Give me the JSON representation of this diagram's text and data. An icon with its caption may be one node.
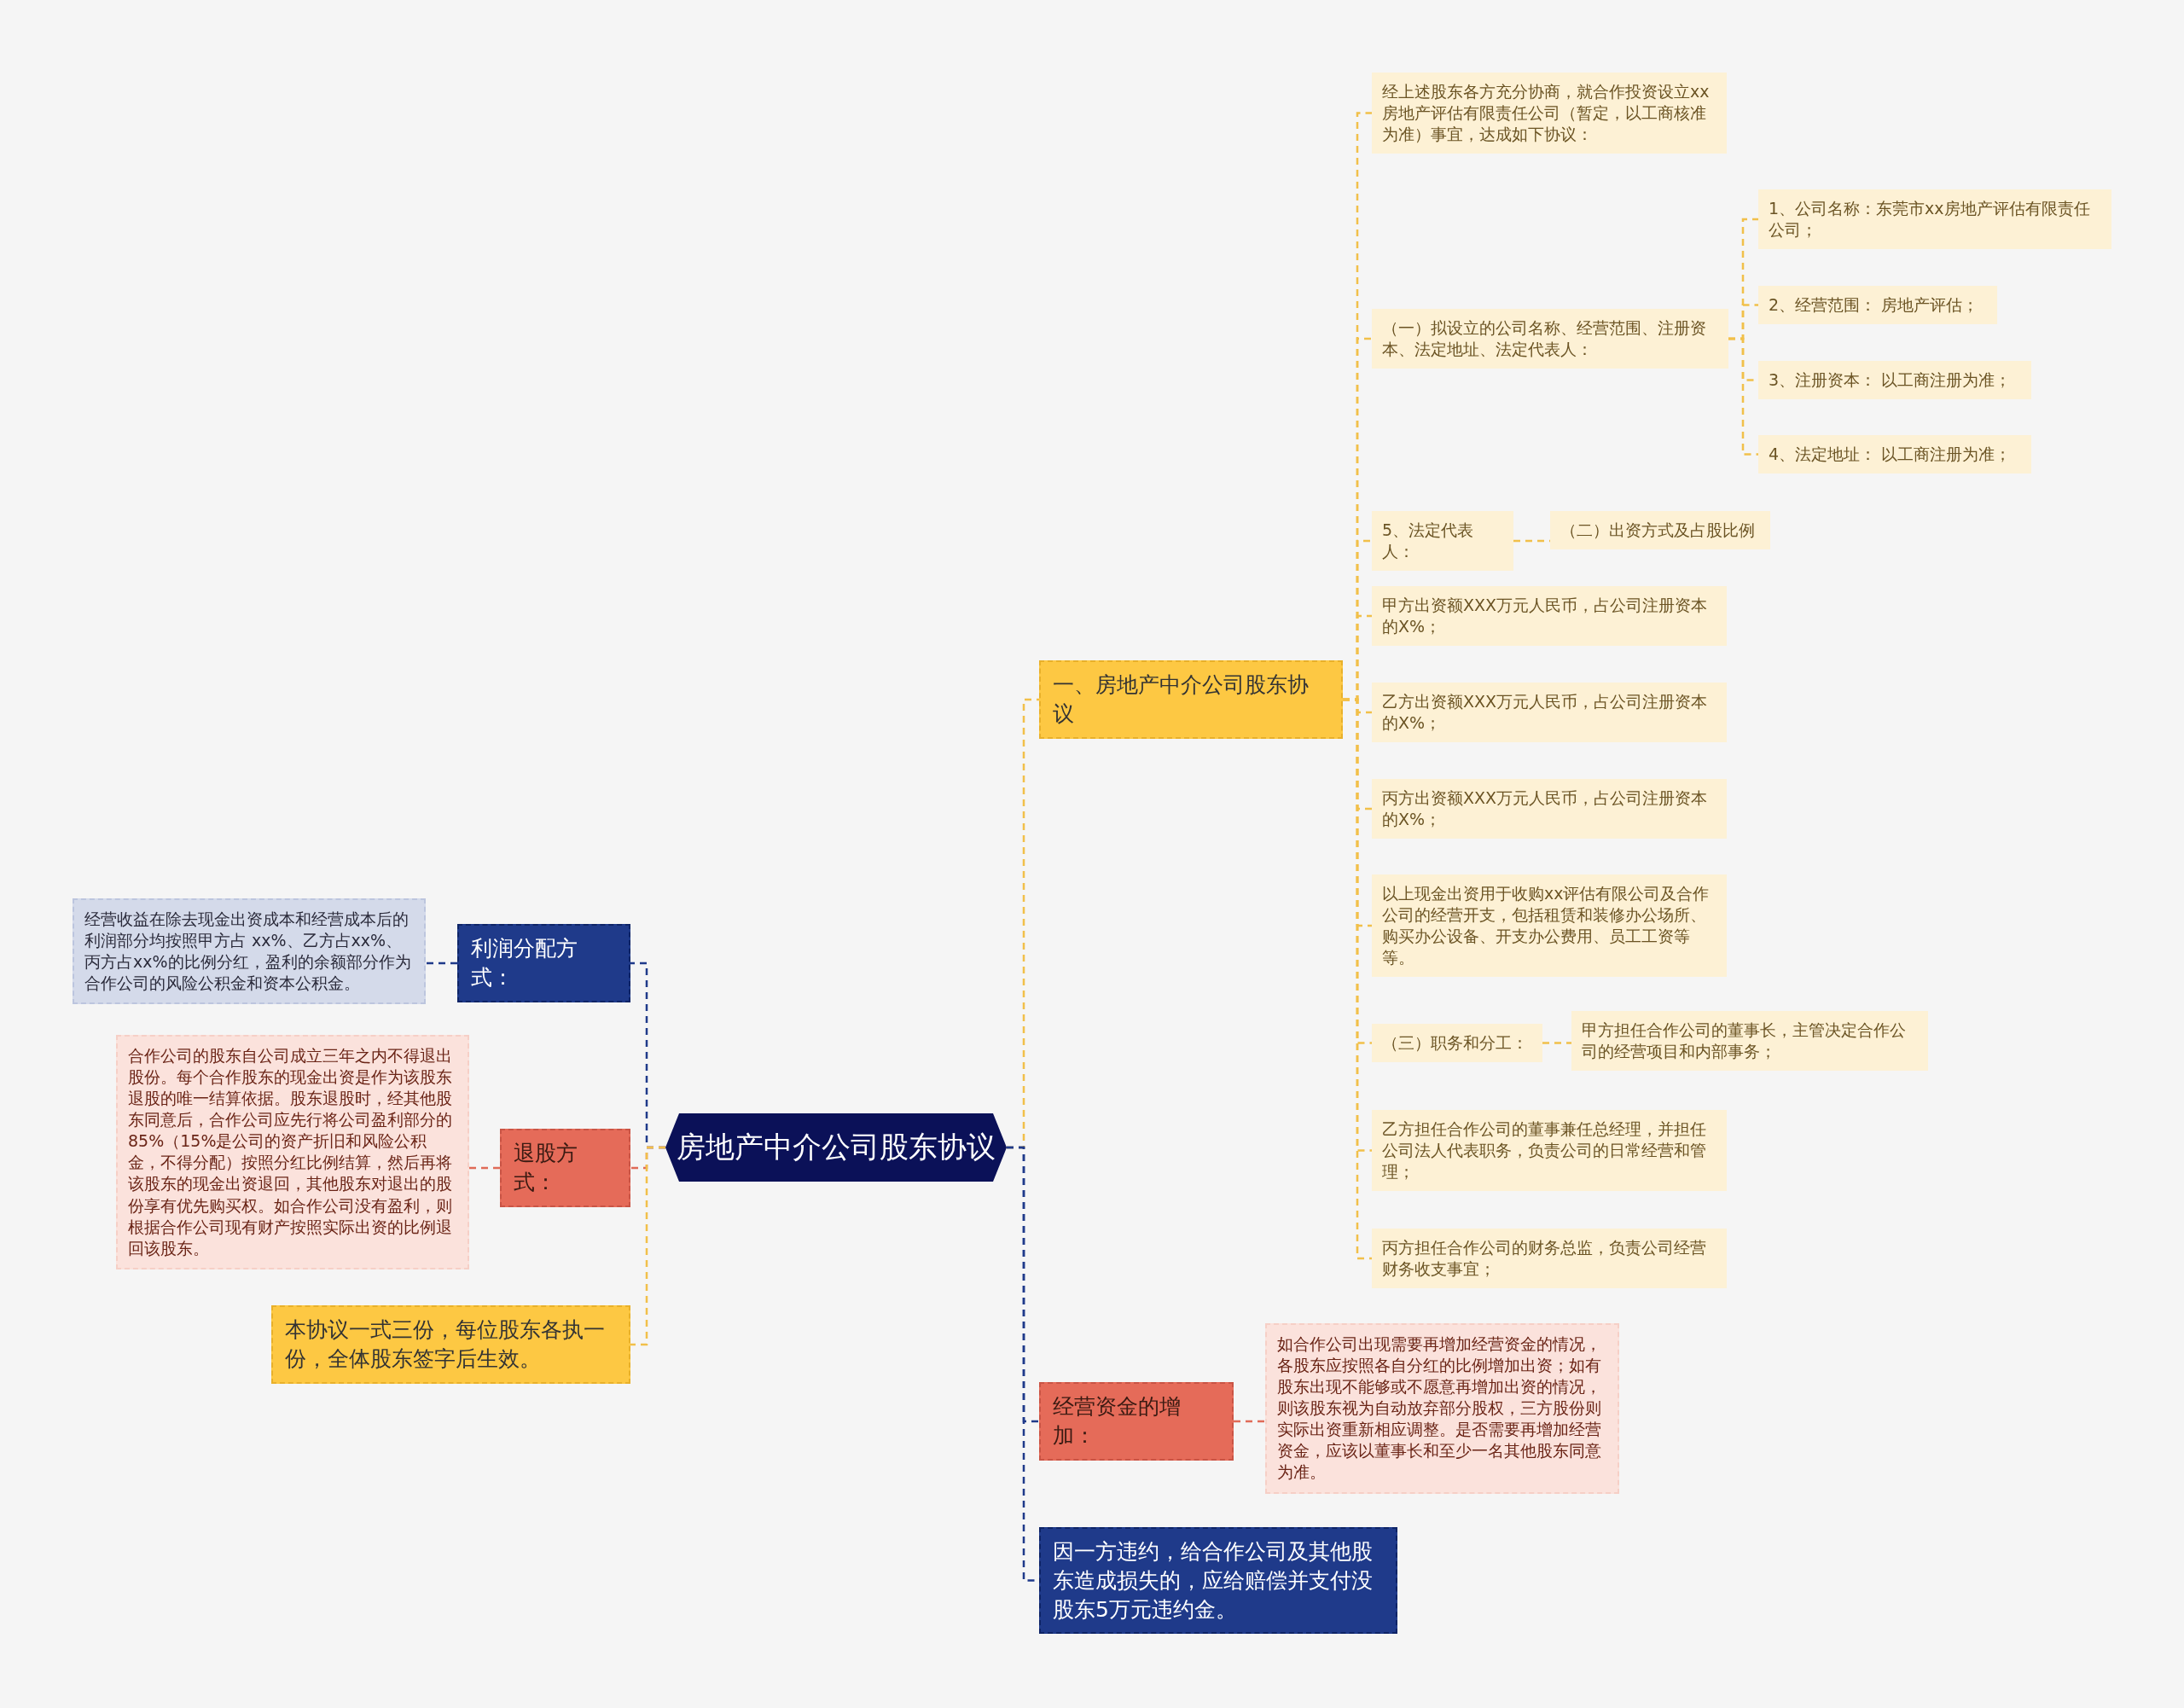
{
  "diagram": {
    "nodes": [
      {
        "text": [
          "房地产中介公司股东协议"
        ]
      },
      {
        "text": [
          "一、房地产中介公司股东协议"
        ]
      },
      {
        "text": [
          "经上述股东各方充分协商，就合作投资设立xx房地产评估有限责任公司（暂定，以工商核准为准）事宜，达成如下协议："
        ]
      },
      {
        "text": [
          "（一）拟设立的公司名称、经营范围、注册资本、法定地址、法定代表人："
        ]
      },
      {
        "text": [
          "1、公司名称：东莞市xx房地产评估有限责任公司；"
        ]
      },
      {
        "text": [
          "2、经营范围： 房地产评估；"
        ]
      },
      {
        "text": [
          "3、注册资本： 以工商注册为准；"
        ]
      },
      {
        "text": [
          "4、法定地址： 以工商注册为准；"
        ]
      },
      {
        "text": [
          "5、法定代表人："
        ]
      },
      {
        "text": [
          "（二）出资方式及占股比例"
        ]
      },
      {
        "text": [
          "甲方出资额XXX万元人民币，占公司注册资本的X%；"
        ]
      },
      {
        "text": [
          "乙方出资额XXX万元人民币，占公司注册资本的X%；"
        ]
      },
      {
        "text": [
          "丙方出资额XXX万元人民币，占公司注册资本的X%；"
        ]
      },
      {
        "text": [
          "以上现金出资用于收购xx评估有限公司及合作公司的经营开支，包括租赁和装修办公场所、购买办公设备、开支办公费用、员工工资等等。"
        ]
      },
      {
        "text": [
          "（三）职务和分工："
        ]
      },
      {
        "text": [
          "甲方担任合作公司的董事长，主管决定合作公司的经营项目和内部事务；"
        ]
      },
      {
        "text": [
          "乙方担任合作公司的董事兼任总经理，并担任公司法人代表职务，负责公司的日常经营和管理；"
        ]
      },
      {
        "text": [
          "丙方担任合作公司的财务总监，负责公司经营财务收支事宜；"
        ]
      },
      {
        "text": [
          "经营资金的增加："
        ]
      },
      {
        "text": [
          "如合作公司出现需要再增加经营资金的情况，各股东应按照各自分红的比例增加出资；如有股东出现不能够或不愿意再增加出资的情况，则该股东视为自动放弃部分股权，三方股份则实际出资重新相应调整。是否需要再增加经营资金，应该以董事长和至少一名其他股东同意为准。"
        ]
      },
      {
        "text": [
          "因一方违约，给合作公司及其他股东造成损失的，应给赔偿并支付没股东5万元违约金。"
        ]
      },
      {
        "text": [
          "利润分配方式："
        ]
      },
      {
        "text": [
          "经营收益在除去现金出资成本和经营成本后的利润部分均按照甲方占 xx%、乙方占xx%、丙方占xx%的比例分红，盈利的余额部分作为合作公司的风险公积金和资本公积金。"
        ]
      },
      {
        "text": [
          "退股方式："
        ]
      },
      {
        "text": [
          "合作公司的股东自公司成立三年之内不得退出股份。每个合作股东的现金出资是作为该股东退股的唯一结算依据。股东退股时，经其他股东同意后，合作公司应先行将公司盈利部分的85%（15%是公司的资产折旧和风险公积金，不得分配）按照分红比例结算，然后再将该股东的现金出资退回，其他股东对退出的股份享有优先购买权。如合作公司没有盈利，则根据合作公司现有财产按照实际出资的比例退回该股东。"
        ]
      },
      {
        "text": [
          "本协议一式三份，每位股东各执一份，全体股东签字后生效。"
        ]
      }
    ],
    "edges": [
      {
        "from": 0,
        "to": 1,
        "arrow": "none",
        "style": "dashed"
      },
      {
        "from": 1,
        "to": 2,
        "arrow": "none",
        "style": "dashed"
      },
      {
        "from": 1,
        "to": 3,
        "arrow": "none",
        "style": "dashed"
      },
      {
        "from": 3,
        "to": 4,
        "arrow": "none",
        "style": "dashed"
      },
      {
        "from": 3,
        "to": 5,
        "arrow": "none",
        "style": "dashed"
      },
      {
        "from": 3,
        "to": 6,
        "arrow": "none",
        "style": "dashed"
      },
      {
        "from": 3,
        "to": 7,
        "arrow": "none",
        "style": "dashed"
      },
      {
        "from": 1,
        "to": 8,
        "arrow": "none",
        "style": "dashed"
      },
      {
        "from": 8,
        "to": 9,
        "arrow": "none",
        "style": "dashed"
      },
      {
        "from": 1,
        "to": 10,
        "arrow": "none",
        "style": "dashed"
      },
      {
        "from": 1,
        "to": 11,
        "arrow": "none",
        "style": "dashed"
      },
      {
        "from": 1,
        "to": 12,
        "arrow": "none",
        "style": "dashed"
      },
      {
        "from": 1,
        "to": 13,
        "arrow": "none",
        "style": "dashed"
      },
      {
        "from": 1,
        "to": 14,
        "arrow": "none",
        "style": "dashed"
      },
      {
        "from": 14,
        "to": 15,
        "arrow": "none",
        "style": "dashed"
      },
      {
        "from": 1,
        "to": 16,
        "arrow": "none",
        "style": "dashed"
      },
      {
        "from": 1,
        "to": 17,
        "arrow": "none",
        "style": "dashed"
      },
      {
        "from": 0,
        "to": 18,
        "arrow": "none",
        "style": "dashed",
        "color": "#1f3a8a"
      },
      {
        "from": 18,
        "to": 19,
        "arrow": "none",
        "style": "dashed",
        "color": "#e06b58"
      },
      {
        "from": 0,
        "to": 20,
        "arrow": "none",
        "style": "dashed",
        "color": "#1f3a8a"
      },
      {
        "from": 0,
        "to": 21,
        "arrow": "none",
        "style": "dashed",
        "color": "#1f3a8a"
      },
      {
        "from": 21,
        "to": 22,
        "arrow": "none",
        "style": "dashed",
        "color": "#1f3a8a"
      },
      {
        "from": 0,
        "to": 23,
        "arrow": "none",
        "style": "dashed",
        "color": "#e06b58"
      },
      {
        "from": 23,
        "to": 24,
        "arrow": "none",
        "style": "dashed",
        "color": "#e06b58"
      },
      {
        "from": 0,
        "to": 25,
        "arrow": "none",
        "style": "dashed"
      }
    ]
  }
}
